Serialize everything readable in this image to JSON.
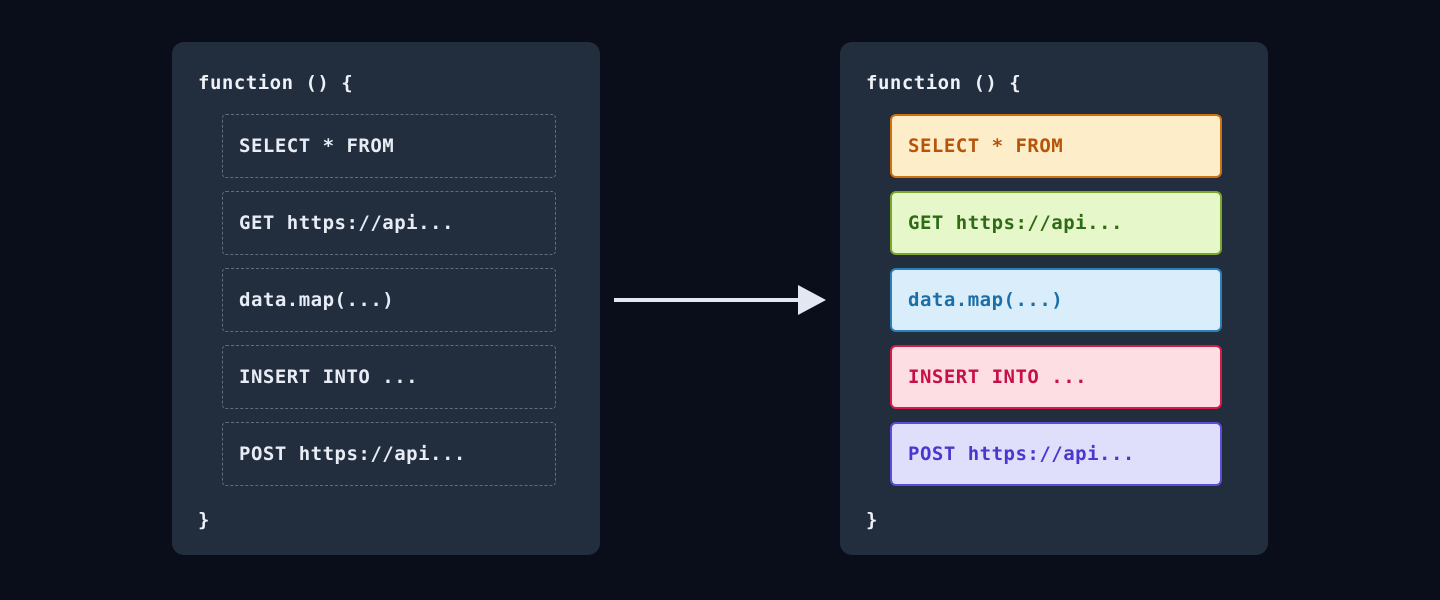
{
  "canvas": {
    "background": "#0a0e1a",
    "panel_background": "#222d3e"
  },
  "panels": {
    "before": {
      "title": "before-panel",
      "code_open": "function () {",
      "code_close": "}",
      "statements": [
        {
          "text": "SELECT * FROM",
          "name": "statement-select"
        },
        {
          "text": "GET https://api...",
          "name": "statement-get"
        },
        {
          "text": "data.map(...)",
          "name": "statement-datamap"
        },
        {
          "text": "INSERT INTO ...",
          "name": "statement-insert"
        },
        {
          "text": "POST https://api...",
          "name": "statement-post"
        }
      ]
    },
    "after": {
      "title": "after-panel",
      "code_open": "function () {",
      "code_close": "}",
      "statements": [
        {
          "text": "SELECT * FROM",
          "name": "statement-select",
          "fill": "#fdedc8",
          "border": "#d1700e",
          "color": "#b5540a"
        },
        {
          "text": "GET https://api...",
          "name": "statement-get",
          "fill": "#e6f7c9",
          "border": "#7aa72c",
          "color": "#2f6b16"
        },
        {
          "text": "data.map(...)",
          "name": "statement-datamap",
          "fill": "#d9edfb",
          "border": "#2b80b8",
          "color": "#1a6fa8"
        },
        {
          "text": "INSERT INTO ...",
          "name": "statement-insert",
          "fill": "#fddfe3",
          "border": "#d81a48",
          "color": "#c81048"
        },
        {
          "text": "POST https://api...",
          "name": "statement-post",
          "fill": "#dfdffb",
          "border": "#5b4ddb",
          "color": "#4a37cf"
        }
      ]
    }
  },
  "arrow": {
    "name": "transform-arrow",
    "color": "#e3e7f2",
    "direction": "right"
  }
}
